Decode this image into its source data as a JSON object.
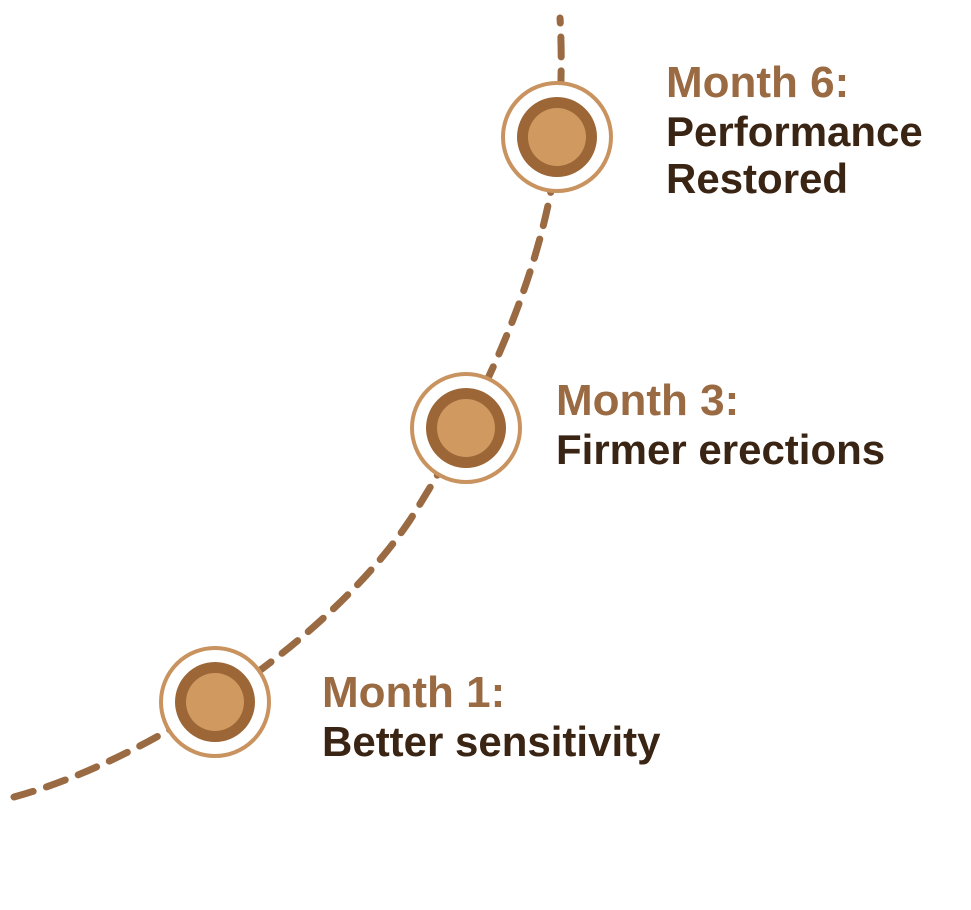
{
  "milestones": [
    {
      "month": "Month 6:",
      "description": [
        "Performance",
        "Restored"
      ]
    },
    {
      "month": "Month 3:",
      "description": [
        "Firmer erections"
      ]
    },
    {
      "month": "Month 1:",
      "description": [
        "Better sensitivity"
      ]
    }
  ],
  "colors": {
    "path": "#9a6a42",
    "ring": "#c9935f",
    "ring_fill": "#ffffff",
    "node_outer": "#9c6637",
    "node_inner": "#cf9960",
    "month_text": "#9a6a42",
    "desc_text": "#3a2414"
  }
}
